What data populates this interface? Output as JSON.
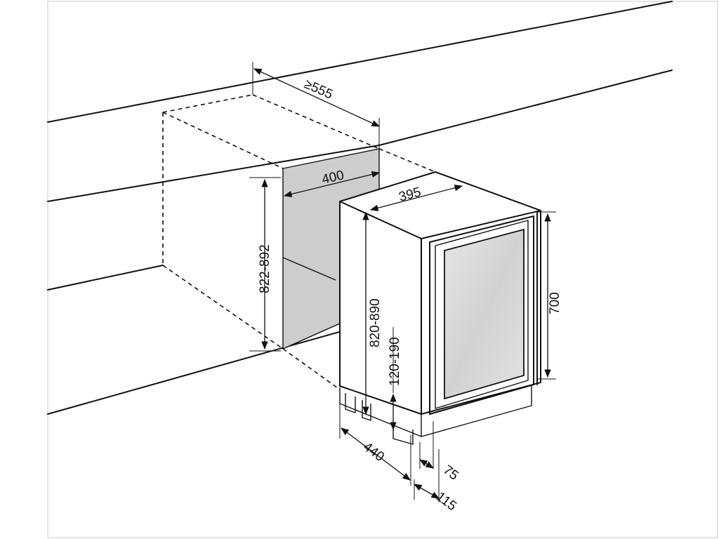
{
  "dimensions": {
    "niche_depth": "≥555",
    "niche_width": "400",
    "niche_height": "822-892",
    "unit_width": "395",
    "unit_height": "820-890",
    "door_height": "700",
    "plinth_height": "120-190",
    "unit_depth": "440",
    "door_offset": "75",
    "door_depth": "115"
  },
  "colors": {
    "line": "#111111",
    "panel_fill": "#cdcdcd",
    "glass_fill": "#dedede",
    "background": "#ffffff"
  }
}
